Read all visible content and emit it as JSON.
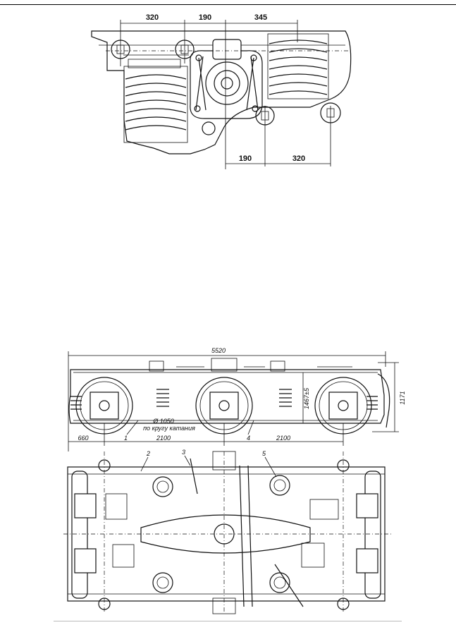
{
  "top_drawing": {
    "dim_top_left": "320",
    "dim_top_mid": "190",
    "dim_top_right": "345",
    "dim_bottom_left": "190",
    "dim_bottom_right": "320"
  },
  "bottom_drawing": {
    "overall_length": "5520",
    "pitch_left": "2100",
    "pitch_right": "2100",
    "overhang": "660",
    "height_1": "1171",
    "height_2": "1467±5",
    "wheel_diameter": "Ø 1050",
    "wheel_note": "по кругу катания",
    "callouts": [
      "1",
      "2",
      "3",
      "4",
      "5"
    ]
  }
}
